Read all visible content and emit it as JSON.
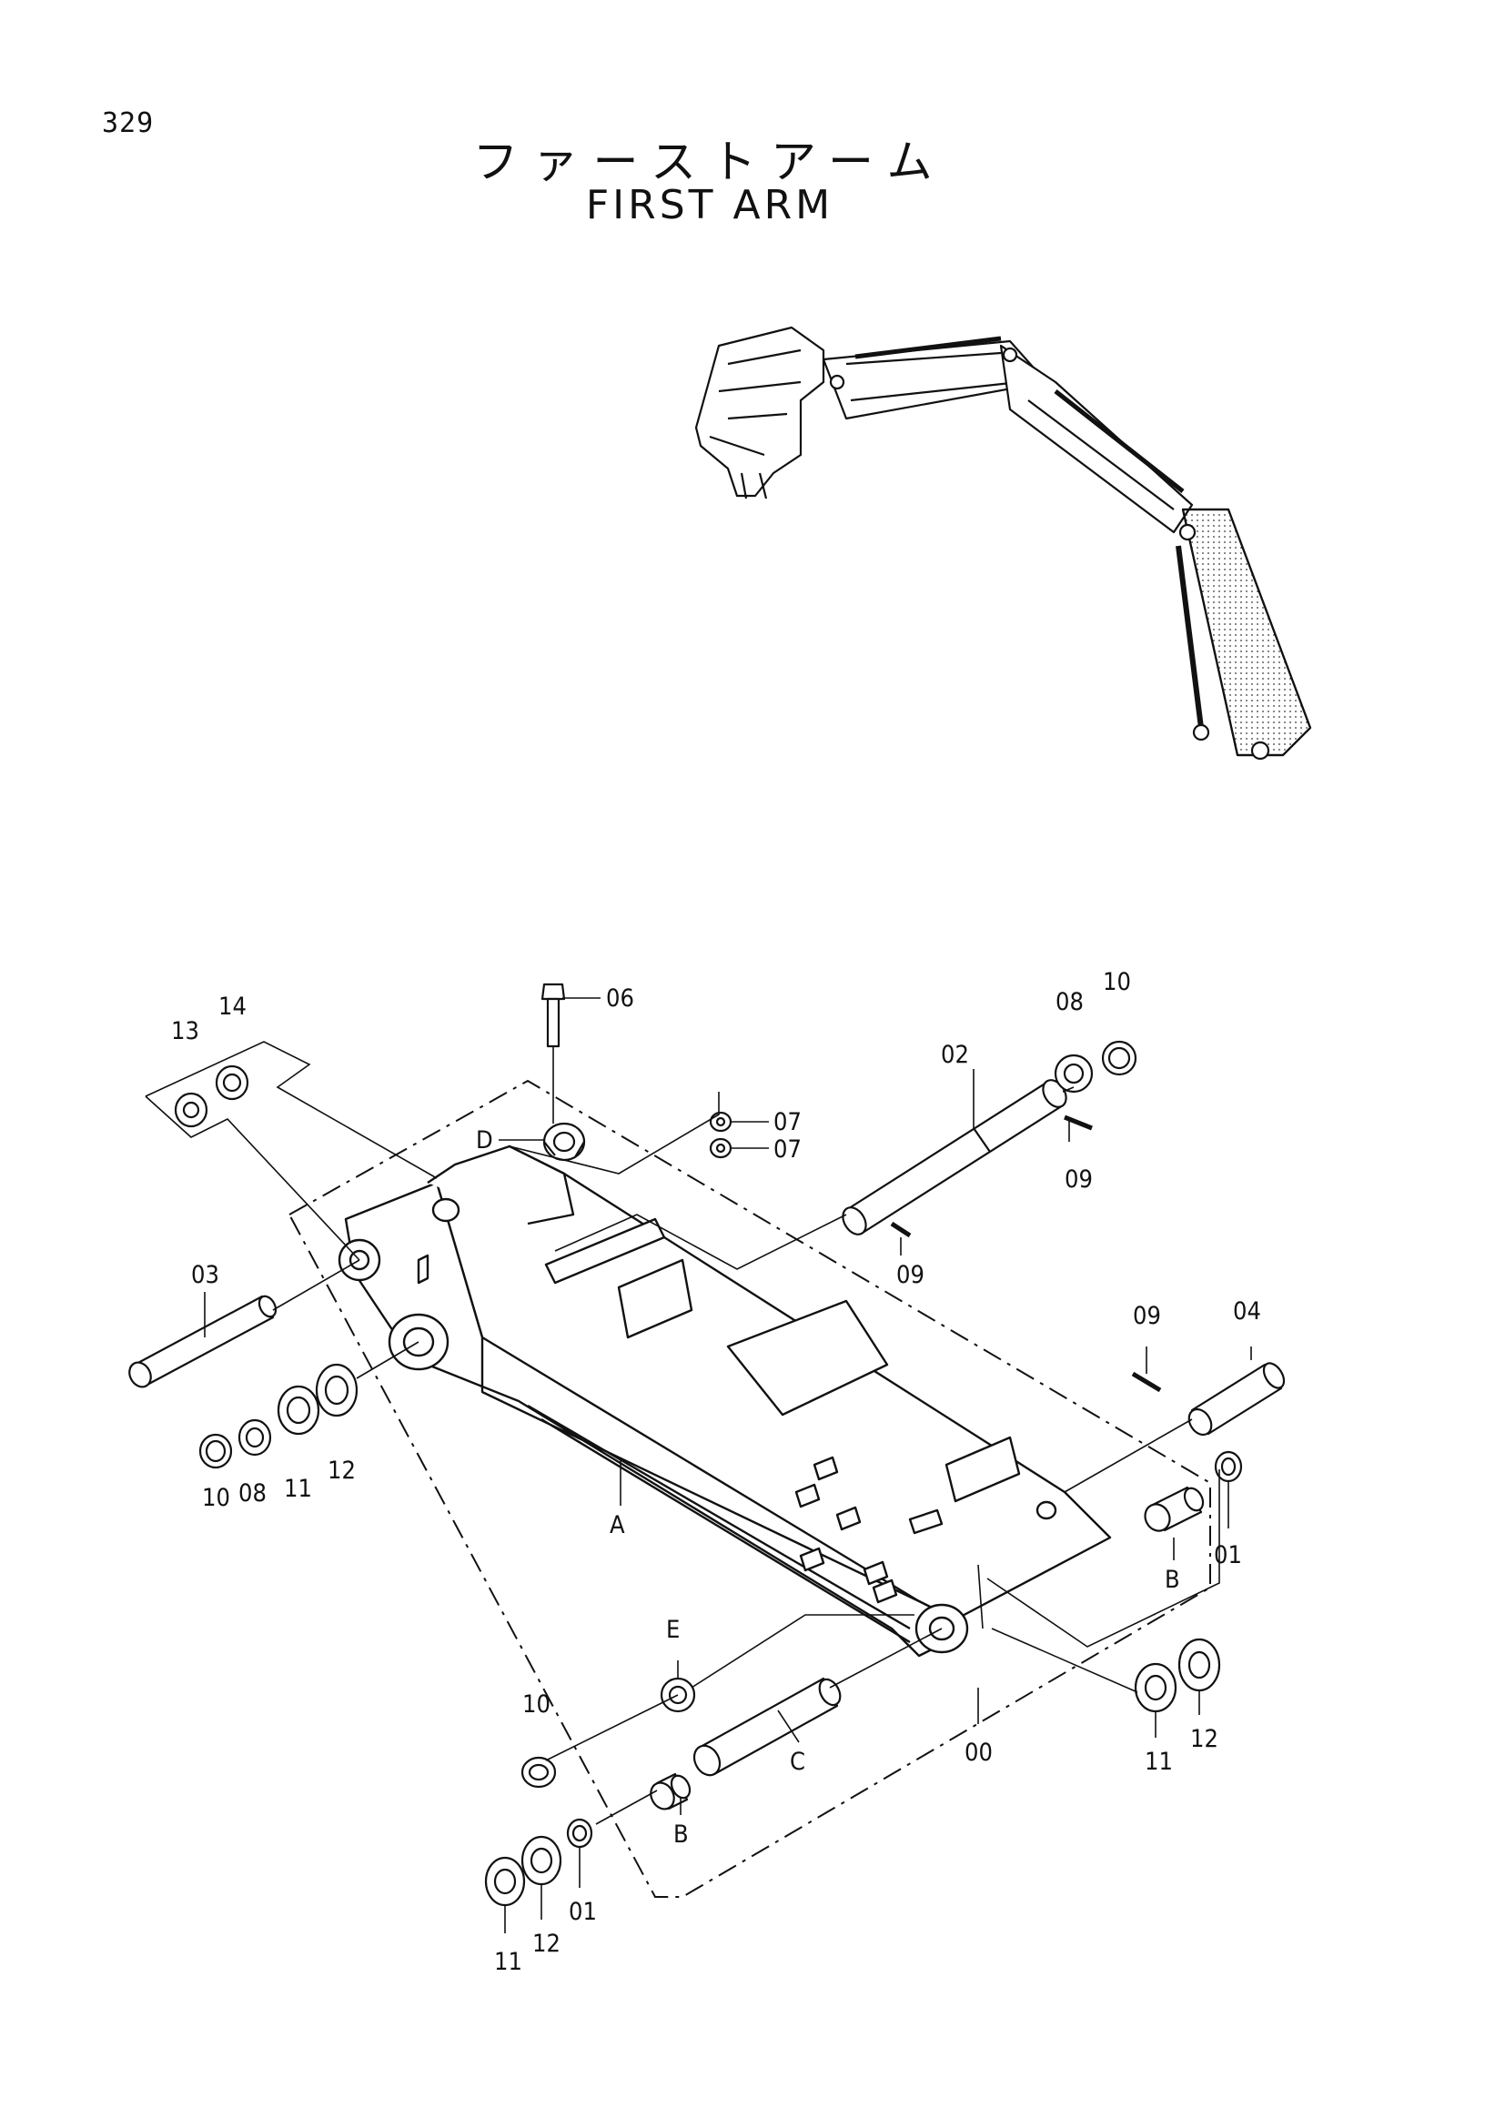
{
  "page": {
    "number": "329"
  },
  "title": {
    "japanese": "ファーストアーム",
    "english": "FIRST ARM"
  },
  "callouts": [
    {
      "id": "c-06",
      "text": "06"
    },
    {
      "id": "c-14",
      "text": "14"
    },
    {
      "id": "c-13",
      "text": "13"
    },
    {
      "id": "c-d",
      "text": "D"
    },
    {
      "id": "c-07a",
      "text": "07"
    },
    {
      "id": "c-07b",
      "text": "07"
    },
    {
      "id": "c-02",
      "text": "02"
    },
    {
      "id": "c-08a",
      "text": "08"
    },
    {
      "id": "c-10a",
      "text": "10"
    },
    {
      "id": "c-09a",
      "text": "09"
    },
    {
      "id": "c-09b",
      "text": "09"
    },
    {
      "id": "c-03",
      "text": "03"
    },
    {
      "id": "c-09c",
      "text": "09"
    },
    {
      "id": "c-04",
      "text": "04"
    },
    {
      "id": "c-10b",
      "text": "10"
    },
    {
      "id": "c-08b",
      "text": "08"
    },
    {
      "id": "c-11a",
      "text": "11"
    },
    {
      "id": "c-12a",
      "text": "12"
    },
    {
      "id": "c-a",
      "text": "A"
    },
    {
      "id": "c-b1",
      "text": "B"
    },
    {
      "id": "c-01a",
      "text": "01"
    },
    {
      "id": "c-e",
      "text": "E"
    },
    {
      "id": "c-10c",
      "text": "10"
    },
    {
      "id": "c-c",
      "text": "C"
    },
    {
      "id": "c-00",
      "text": "00"
    },
    {
      "id": "c-11b",
      "text": "11"
    },
    {
      "id": "c-12b",
      "text": "12"
    },
    {
      "id": "c-b2",
      "text": "B"
    },
    {
      "id": "c-01b",
      "text": "01"
    },
    {
      "id": "c-12c",
      "text": "12"
    },
    {
      "id": "c-11c",
      "text": "11"
    }
  ]
}
